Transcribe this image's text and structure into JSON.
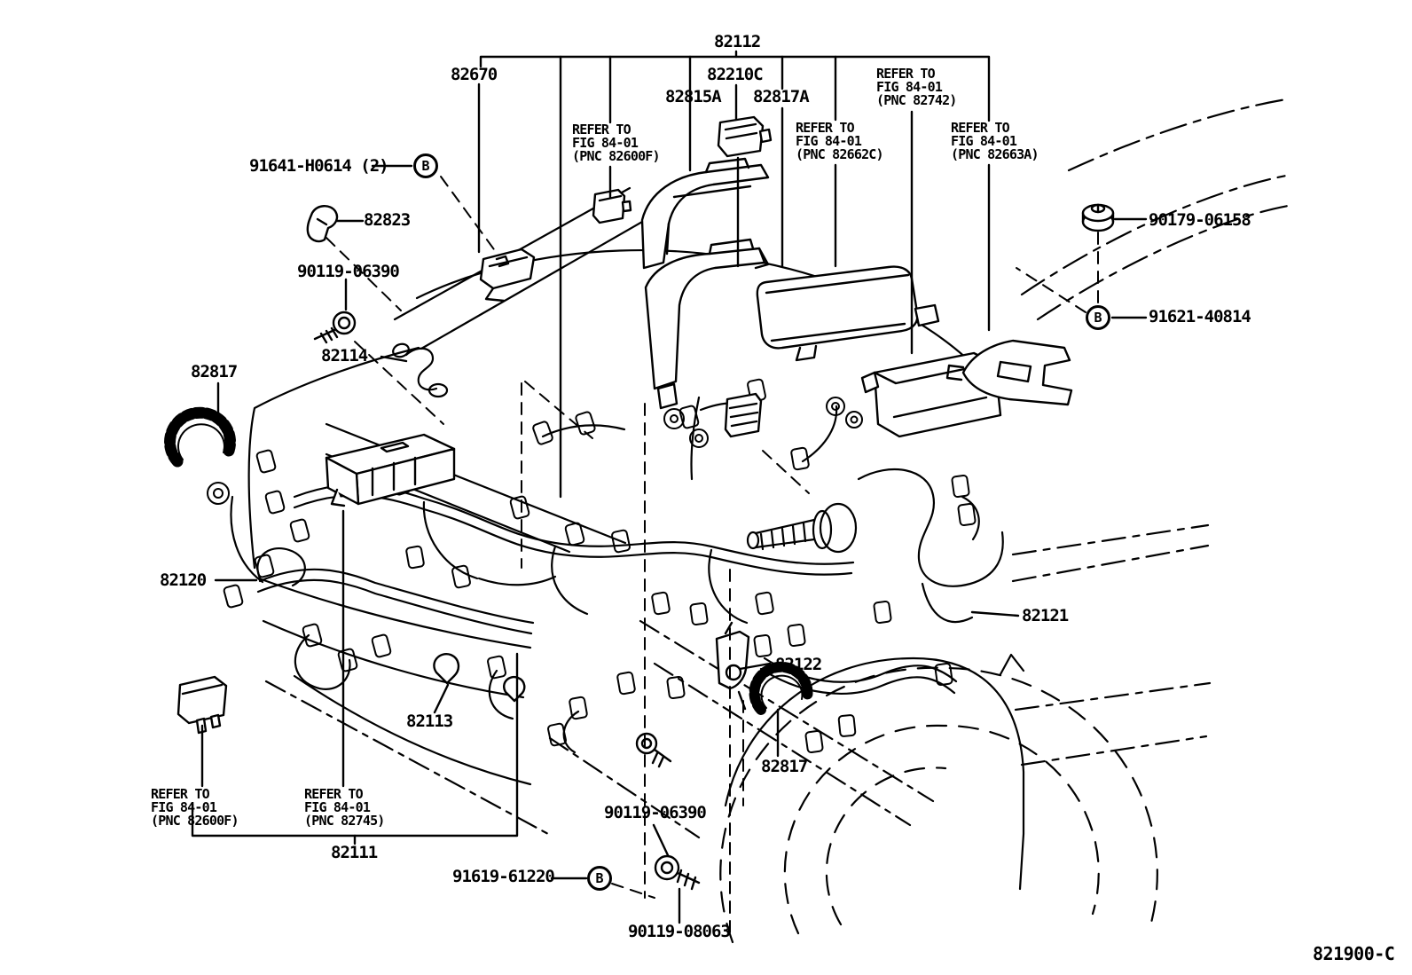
{
  "diagram": {
    "drawing_code": "821900-C",
    "bolt_marker": "B",
    "labels": {
      "p82112": "82112",
      "p82670": "82670",
      "p82210c": "82210C",
      "p82815a": "82815A",
      "p82817a": "82817A",
      "ref_82600f_top": "REFER TO\nFIG 84-01\n(PNC 82600F)",
      "ref_82742": "REFER TO\nFIG 84-01\n(PNC 82742)",
      "ref_82662c": "REFER TO\nFIG 84-01\n(PNC 82662C)",
      "ref_82663a": "REFER TO\nFIG 84-01\n(PNC 82663A)",
      "p91641": "91641-H0614 (2)",
      "p82823": "82823",
      "p90119_06390_left": "90119-06390",
      "p82114": "82114",
      "p82817_left": "82817",
      "p82120": "82120",
      "p82122": "82122",
      "p82121": "82121",
      "p82113": "82113",
      "ref_82600f_bottom": "REFER TO\nFIG 84-01\n(PNC 82600F)",
      "ref_82745": "REFER TO\nFIG 84-01\n(PNC 82745)",
      "p82111": "82111",
      "p91619": "91619-61220",
      "p90119_06390_bottom": "90119-06390",
      "p90119_08063": "90119-08063",
      "p82817_bottom": "82817",
      "p90179": "90179-06158",
      "p91621": "91621-40814"
    }
  }
}
